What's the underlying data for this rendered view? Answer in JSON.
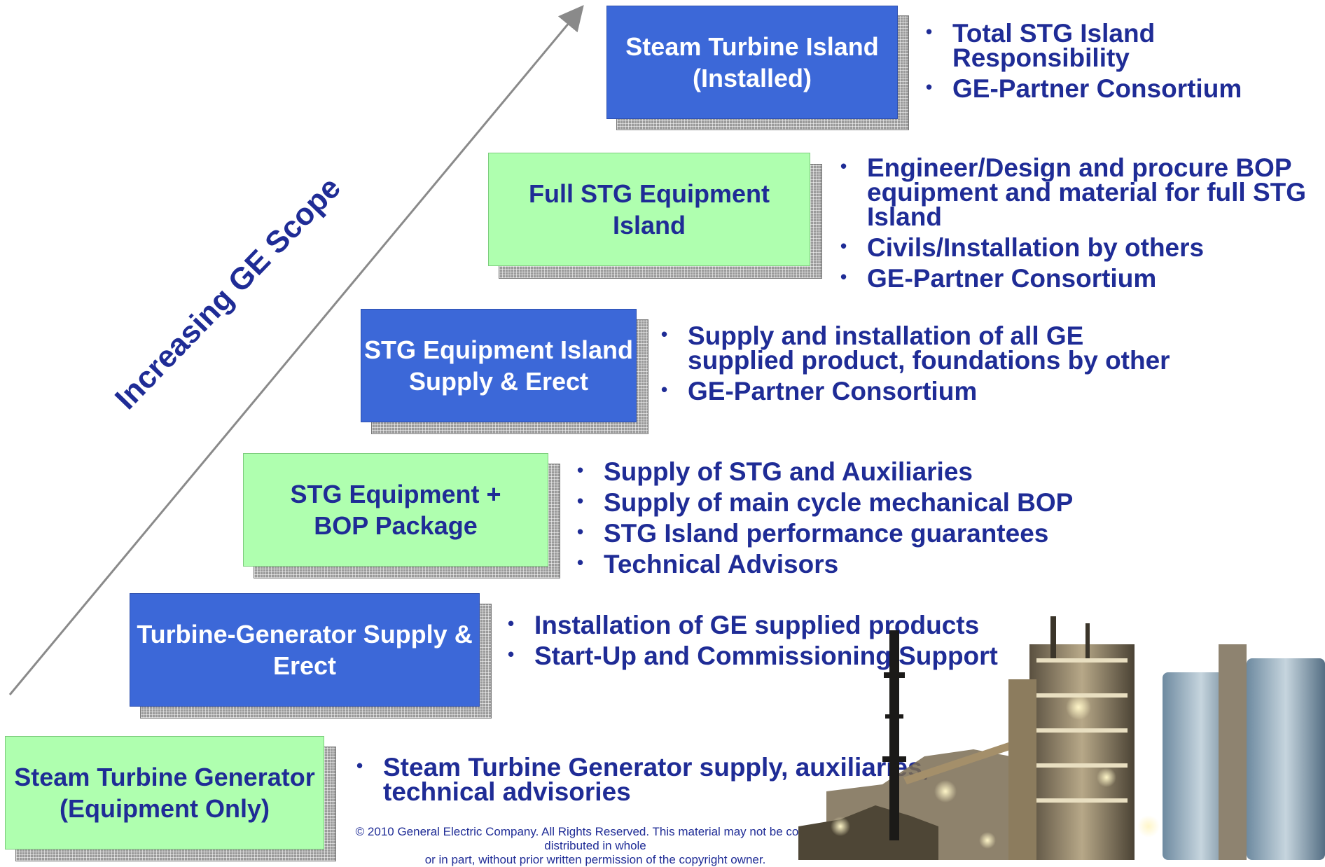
{
  "axis_label": "Increasing GE Scope",
  "tiers": [
    {
      "title": "Steam Turbine Island\n(Installed)",
      "style": "blue",
      "bullets": [
        "Total STG Island\nResponsibility",
        "GE-Partner Consortium"
      ]
    },
    {
      "title": "Full STG Equipment Island",
      "style": "green",
      "bullets": [
        "Engineer/Design and procure BOP\nequipment and material for full STG\nIsland",
        "Civils/Installation by others",
        "GE-Partner Consortium"
      ]
    },
    {
      "title": "STG Equipment Island\nSupply & Erect",
      "style": "blue",
      "bullets": [
        "Supply and installation of all GE\nsupplied product, foundations by other",
        "GE-Partner Consortium"
      ]
    },
    {
      "title": "STG Equipment +\nBOP Package",
      "style": "green",
      "bullets": [
        "Supply of STG and Auxiliaries",
        "Supply of main cycle mechanical BOP",
        "STG Island performance guarantees",
        "Technical Advisors"
      ]
    },
    {
      "title": "Turbine-Generator Supply &\nErect",
      "style": "blue",
      "bullets": [
        "Installation of GE supplied products",
        "Start-Up and Commissioning Support"
      ]
    },
    {
      "title": "Steam Turbine Generator\n(Equipment Only)",
      "style": "green",
      "bullets": [
        "Steam Turbine Generator supply, auxiliaries,\n technical advisories"
      ]
    }
  ],
  "bullet_glyph": "•",
  "copyright": "© 2010 General Electric Company.  All Rights Reserved.  This material may not be copied or distributed in whole\nor in part, without prior written permission of the copyright owner.",
  "colors": {
    "blue_box": "#3c68d8",
    "green_box": "#afffaf",
    "text_navy": "#1f2c96",
    "arrow": "#8a8a8a"
  }
}
